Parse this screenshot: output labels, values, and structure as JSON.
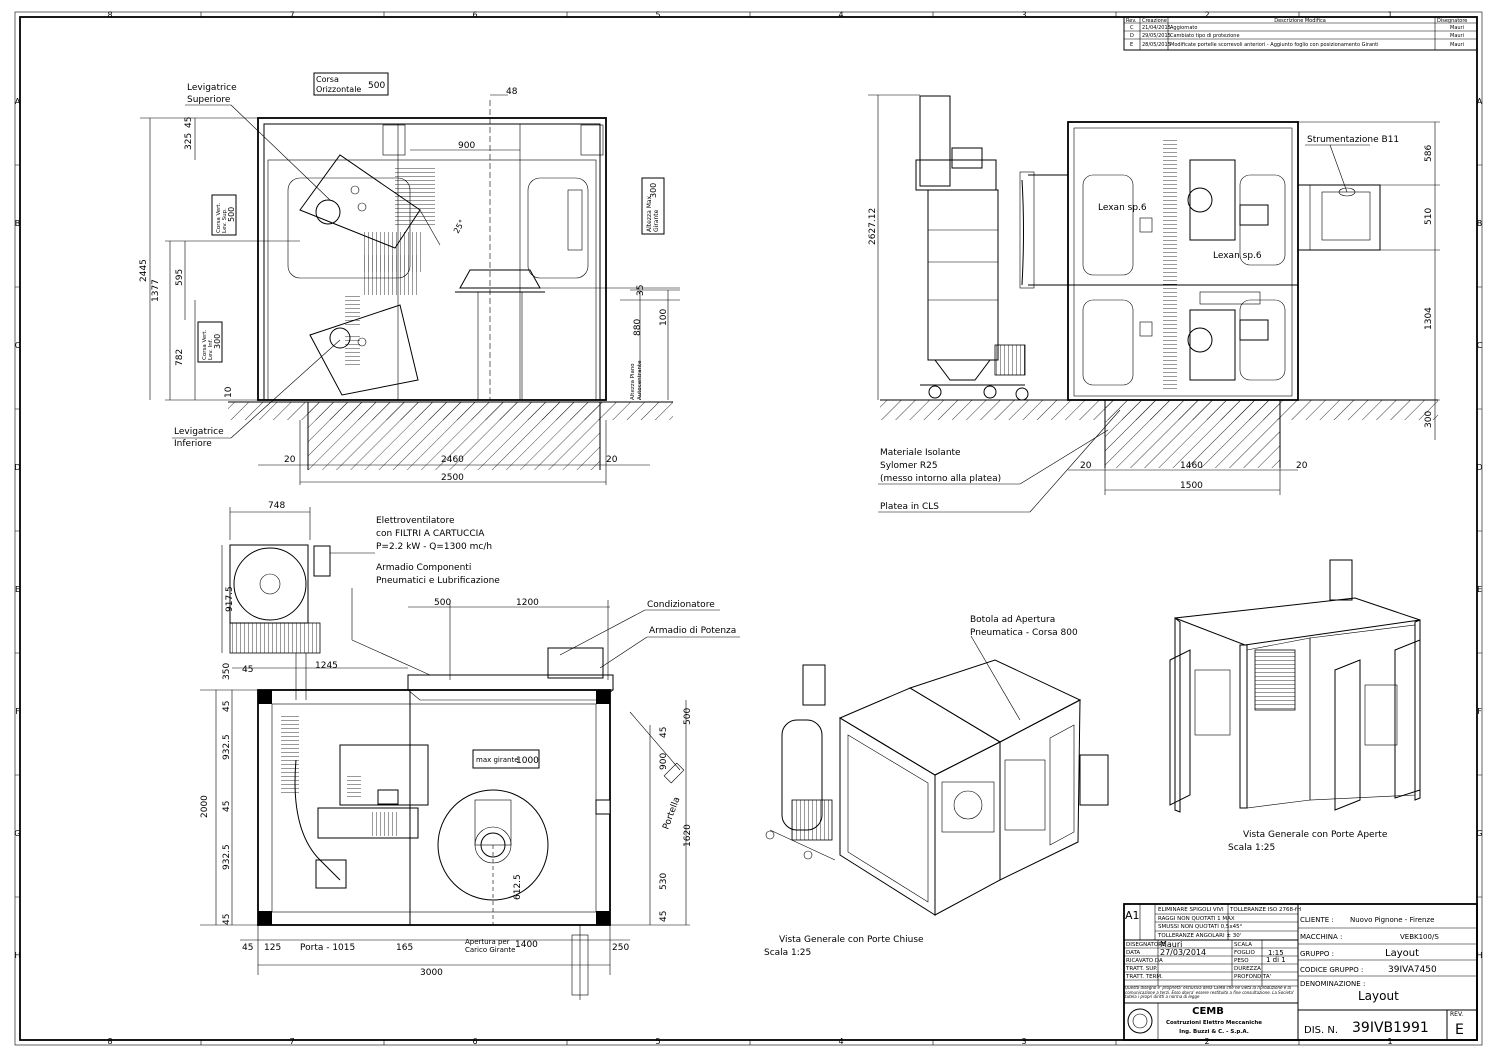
{
  "frame": {
    "columns": [
      "8",
      "7",
      "6",
      "5",
      "4",
      "3",
      "2",
      "1"
    ],
    "rows": [
      "A",
      "B",
      "C",
      "D",
      "E",
      "F",
      "G",
      "H"
    ]
  },
  "revisions": {
    "headers": [
      "Rev.",
      "Creazione",
      "Descrizione Modifica",
      "Disegnatore"
    ],
    "rows": [
      {
        "rev": "C",
        "date": "21/04/2015",
        "desc": "Aggiornato",
        "author": "Mauri"
      },
      {
        "rev": "D",
        "date": "29/05/2015",
        "desc": "Cambiato tipo di protezione",
        "author": "Mauri"
      },
      {
        "rev": "E",
        "date": "28/05/2015",
        "desc": "Modificate portelle scorrevoli anteriori - Aggiunto foglio con posizionamento Giranti",
        "author": "Mauri"
      }
    ]
  },
  "front_view": {
    "labels": {
      "levigatrice_sup": [
        "Levigatrice",
        "Superiore"
      ],
      "levigatrice_inf": [
        "Levigatrice",
        "Inferiore"
      ],
      "corsa_orizz": [
        "Corsa",
        "Orizzontale"
      ],
      "corsa_orizz_val": "500",
      "corsa_vert_sup": [
        "Corsa Vert.",
        "Lev. Sup.",
        "500"
      ],
      "corsa_vert_inf": [
        "Corsa Vert.",
        "Lev. Inf.",
        "300"
      ],
      "altezza_max": [
        "Altezza Max",
        "Girante",
        "300"
      ],
      "altezza_piano": [
        "Altezza Piano",
        "Autocentrante"
      ],
      "angle": "25°"
    },
    "dims": {
      "d48": "48",
      "d900": "900",
      "d325": "325",
      "d45": "45",
      "d2445": "2445",
      "d1377": "1377",
      "d595": "595",
      "d782": "782",
      "d10": "10",
      "d35": "35",
      "d100": "100",
      "d880": "880",
      "d20a": "20",
      "d2460": "2460",
      "d20b": "20",
      "d2500": "2500"
    }
  },
  "side_view": {
    "labels": {
      "strumentazione": "Strumentazione B11",
      "lexan1": "Lexan sp.6",
      "lexan2": "Lexan sp.6",
      "materiale": [
        "Materiale Isolante",
        "Sylomer R25",
        "(messo intorno alla platea)"
      ],
      "platea": "Platea in CLS"
    },
    "dims": {
      "d2627": "2627.12",
      "d586": "586",
      "d510": "510",
      "d1304": "1304",
      "d300": "300",
      "d20a": "20",
      "d1460": "1460",
      "d20b": "20",
      "d1500": "1500"
    }
  },
  "plan_view": {
    "labels": {
      "elettroventilatore": [
        "Elettroventilatore",
        "con FILTRI A CARTUCCIA",
        "P=2.2 kW - Q=1300 mc/h"
      ],
      "armadio_pneum": [
        "Armadio Componenti",
        "Pneumatici e Lubrificazione"
      ],
      "condizionatore": "Condizionatore",
      "armadio_potenza": "Armadio di Potenza",
      "max_girante": "max girante",
      "max_girante_val": "1000",
      "portella": "Portella",
      "porta": "Porta - 1015",
      "apertura": [
        "Apertura per",
        "Carico Girante"
      ]
    },
    "dims": {
      "d748": "748",
      "d917": "917.5",
      "d500": "500",
      "d1200": "1200",
      "d350": "350",
      "d45": "45",
      "d1245": "1245",
      "d45a": "45",
      "d9325a": "932.5",
      "d45b": "45",
      "d9325b": "932.5",
      "d45c": "45",
      "d2000": "2000",
      "d45r": "45",
      "d900": "900",
      "d1620": "1620",
      "d530": "530",
      "d45r2": "45",
      "d500v": "500",
      "d6125": "612.5",
      "d45bot": "45",
      "d125": "125",
      "d165": "165",
      "d1400": "1400",
      "d250": "250",
      "d3000": "3000"
    }
  },
  "iso_views": {
    "batola": [
      "Botola ad Apertura",
      "Pneumatica - Corsa 800"
    ],
    "chiuse": [
      "Vista Generale con Porte Chiuse",
      "Scala 1:25"
    ],
    "aperte": [
      "Vista Generale con Porte Aperte",
      "Scala 1:25"
    ]
  },
  "title_block": {
    "format": "A1",
    "eliminare": "ELIMINARE SPIGOLI VIVI",
    "tolleranze": "TOLLERANZE ISO 2768-fH",
    "raggi": "RAGGI NON QUOTATI 1 MAX",
    "smussi": "SMUSSI NON QUOTATI 0,5x45°",
    "tolleranze_ang": "TOLLERANZE ANGOLARI ± 30'",
    "disegnatore_l": "DISEGNATORE",
    "disegnatore": "Mauri",
    "scala_l": "SCALA",
    "scala": "1:15",
    "data_l": "DATA",
    "data": "27/03/2014",
    "foglio_l": "FOGLIO",
    "foglio": "1 di 1",
    "ricavato_l": "RICAVATO DA",
    "peso_l": "PESO",
    "tratt_sup_l": "TRATT. SUP.",
    "durezza_l": "DUREZZA",
    "tratt_term_l": "TRATT. TERM.",
    "profondita_l": "PROFONDITA'",
    "notice": "Questo disegno e' proprieta' esclusiva della CEMB che ne vieta la riproduzione e la comunicazione a terzi. Esso dovra' essere restituito a fine consultazione. La Societa' tutela i propri diritti a norma di legge",
    "company": "CEMB",
    "company_sub1": "Costruzioni Elettro Meccaniche",
    "company_sub2": "Ing. Buzzi & C. - S.p.A.",
    "cliente_l": "CLIENTE :",
    "cliente": "Nuovo Pignone - Firenze",
    "macchina_l": "MACCHINA :",
    "macchina": "VEBK100/S",
    "gruppo_l": "GRUPPO :",
    "gruppo": "Layout",
    "codice_l": "CODICE GRUPPO :",
    "codice": "39IVA7450",
    "denominazione_l": "DENOMINAZIONE :",
    "denominazione": "Layout",
    "dis_l": "DIS. N.",
    "dis": "39IVB1991",
    "rev_l": "REV.",
    "rev": "E"
  }
}
